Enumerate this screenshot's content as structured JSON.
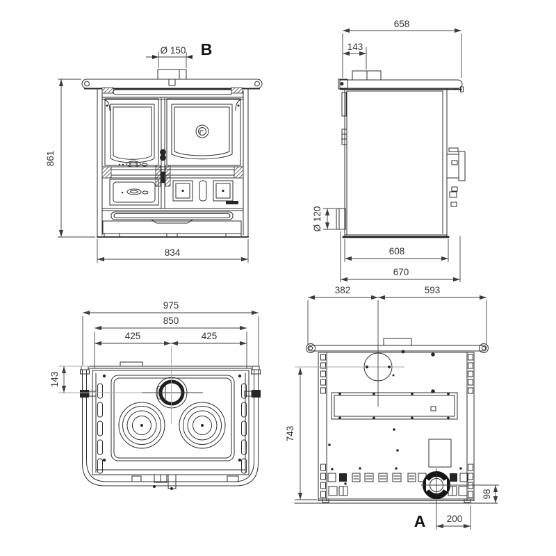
{
  "drawing_title": "stove-four-view-dimension-drawing",
  "views": {
    "front": {
      "label": "B",
      "dims": {
        "flue": "Ø 150",
        "height": "861",
        "width": "834"
      }
    },
    "side": {
      "dims": {
        "depth": "658",
        "flue_offset": "143",
        "port": "Ø 120",
        "body_depth": "608",
        "overall_depth": "670"
      }
    },
    "top": {
      "dims": {
        "overall_width": "975",
        "cooktop_width": "850",
        "half_left": "425",
        "half_right": "425",
        "flue_from_back": "143"
      }
    },
    "back": {
      "label": "A",
      "dims": {
        "left_span": "382",
        "right_span": "593",
        "height": "743",
        "outlet_height": "98",
        "outlet_offset": "200"
      }
    }
  }
}
